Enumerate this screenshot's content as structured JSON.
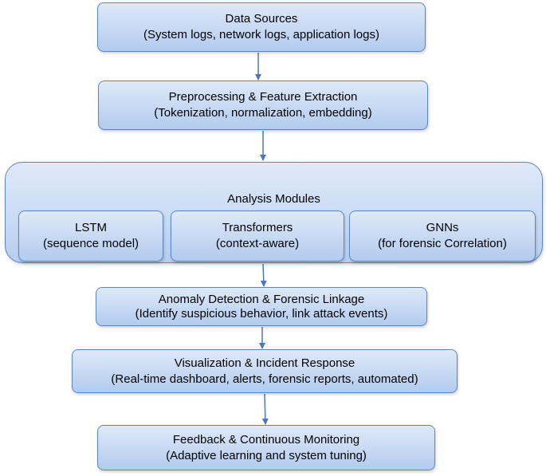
{
  "diagram": {
    "data_sources": {
      "title": "Data Sources",
      "subtitle": "(System logs, network logs, application logs)"
    },
    "preprocessing": {
      "title": "Preprocessing & Feature Extraction",
      "subtitle": "(Tokenization, normalization, embedding)"
    },
    "analysis": {
      "title": "Analysis Modules",
      "modules": [
        {
          "title": "LSTM",
          "subtitle": "(sequence model)"
        },
        {
          "title": "Transformers",
          "subtitle": "(context-aware)"
        },
        {
          "title": "GNNs",
          "subtitle": "(for forensic Correlation)"
        }
      ]
    },
    "anomaly": {
      "title": "Anomaly Detection & Forensic Linkage",
      "subtitle": "(Identify suspicious behavior, link attack events)"
    },
    "visualization": {
      "title": "Visualization & Incident Response",
      "subtitle": "(Real-time dashboard, alerts, forensic reports, automated)"
    },
    "feedback": {
      "title": "Feedback & Continuous Monitoring",
      "subtitle": "(Adaptive learning and system tuning)"
    },
    "colors": {
      "box_border": "#5b86c4",
      "box_fill": "#c6d9f4",
      "arrow": "#4a78b8"
    }
  }
}
